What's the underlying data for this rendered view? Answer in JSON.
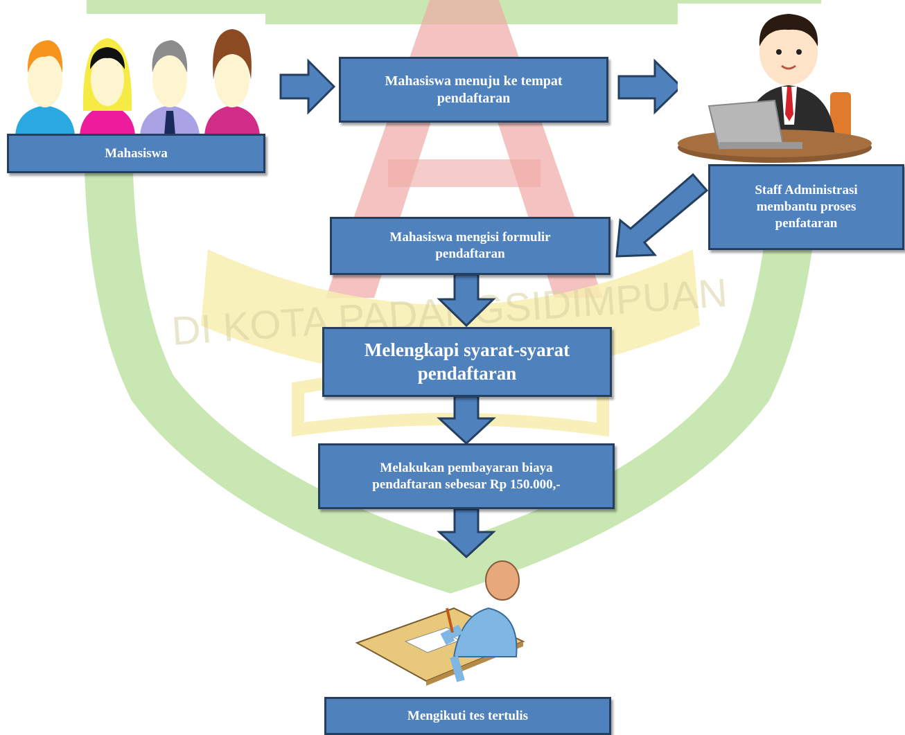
{
  "watermark": {
    "arc_text": "DI KOTA PADANGSIDIMPUAN",
    "colors": {
      "green": "#bfe3a4",
      "yellow": "#f7eeb0",
      "red": "#f0aaa6"
    }
  },
  "colors": {
    "box_fill": "#4f81bd",
    "box_border": "#243f60",
    "arrow_fill": "#4f81bd"
  },
  "nodes": {
    "students_label": "Mahasiswa",
    "step_go_to_registration": "Mahasiswa menuju ke tempat\npendaftaran",
    "staff_label": "Staff Administrasi\nmembantu proses\npenfataran",
    "step_fill_form": "Mahasiswa mengisi formulir\npendaftaran",
    "step_complete_requirements": "Melengkapi syarat-syarat\npendaftaran",
    "step_payment": "Melakukan pembayaran biaya\npendaftaran sebesar Rp 150.000,-",
    "step_written_test": "Mengikuti tes tertulis"
  },
  "illustrations": {
    "students": "group-of-students-icon",
    "staff": "staff-at-laptop-icon",
    "test_taker": "person-writing-test-icon"
  }
}
